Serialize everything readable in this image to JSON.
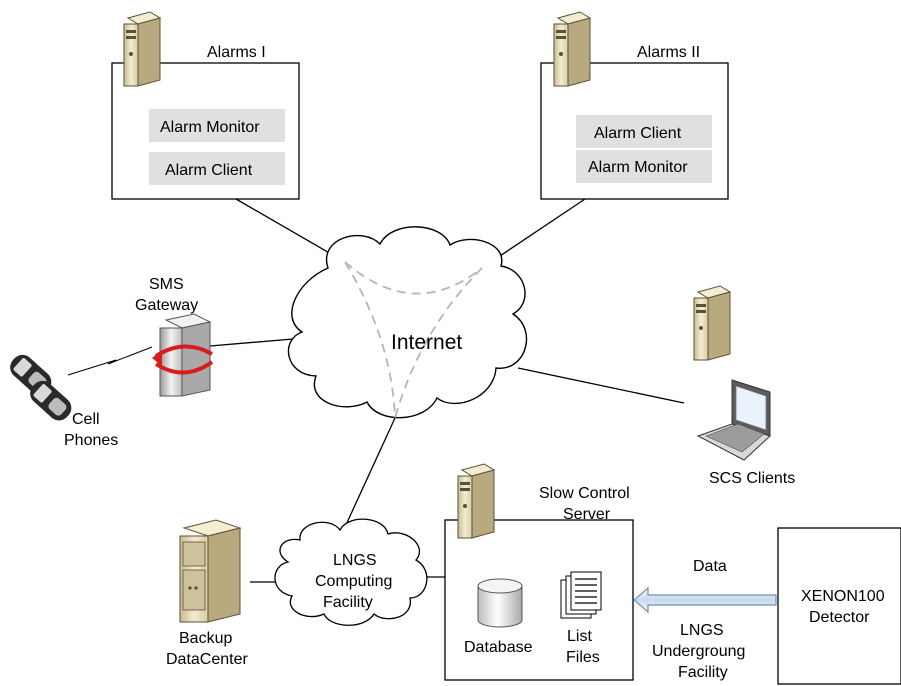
{
  "nodes": {
    "alarms1": {
      "title": "Alarms I",
      "modules": [
        "Alarm Monitor",
        "Alarm Client"
      ]
    },
    "alarms2": {
      "title": "Alarms II",
      "modules": [
        "Alarm Client",
        "Alarm Monitor"
      ]
    },
    "internet": {
      "label": "Internet"
    },
    "sms_gateway": {
      "label_line1": "SMS",
      "label_line2": "Gateway"
    },
    "cell_phones": {
      "label_line1": "Cell",
      "label_line2": "Phones"
    },
    "scs_clients": {
      "label": "SCS Clients"
    },
    "lngs_computing": {
      "line1": "LNGS",
      "line2": "Computing",
      "line3": "Facility"
    },
    "backup": {
      "line1": "Backup",
      "line2": "DataCenter"
    },
    "slow_control": {
      "line1": "Slow Control",
      "line2": "Server",
      "database": "Database",
      "files_line1": "List",
      "files_line2": "Files"
    },
    "data_arrow": {
      "label": "Data"
    },
    "underground": {
      "line1": "LNGS",
      "line2": "Undergroung",
      "line3": "Facility"
    },
    "xenon": {
      "line1": "XENON100",
      "line2": "Detector"
    }
  },
  "colors": {
    "module_fill": "#e0e0e0",
    "server_beige": "#efe6c4",
    "server_dark": "#8a7f5a",
    "arrow_fill": "#dfe9f5",
    "arrow_stroke": "#6f8fb5",
    "dashed": "#b5b5b5",
    "red_arrow": "#d81b1b"
  }
}
